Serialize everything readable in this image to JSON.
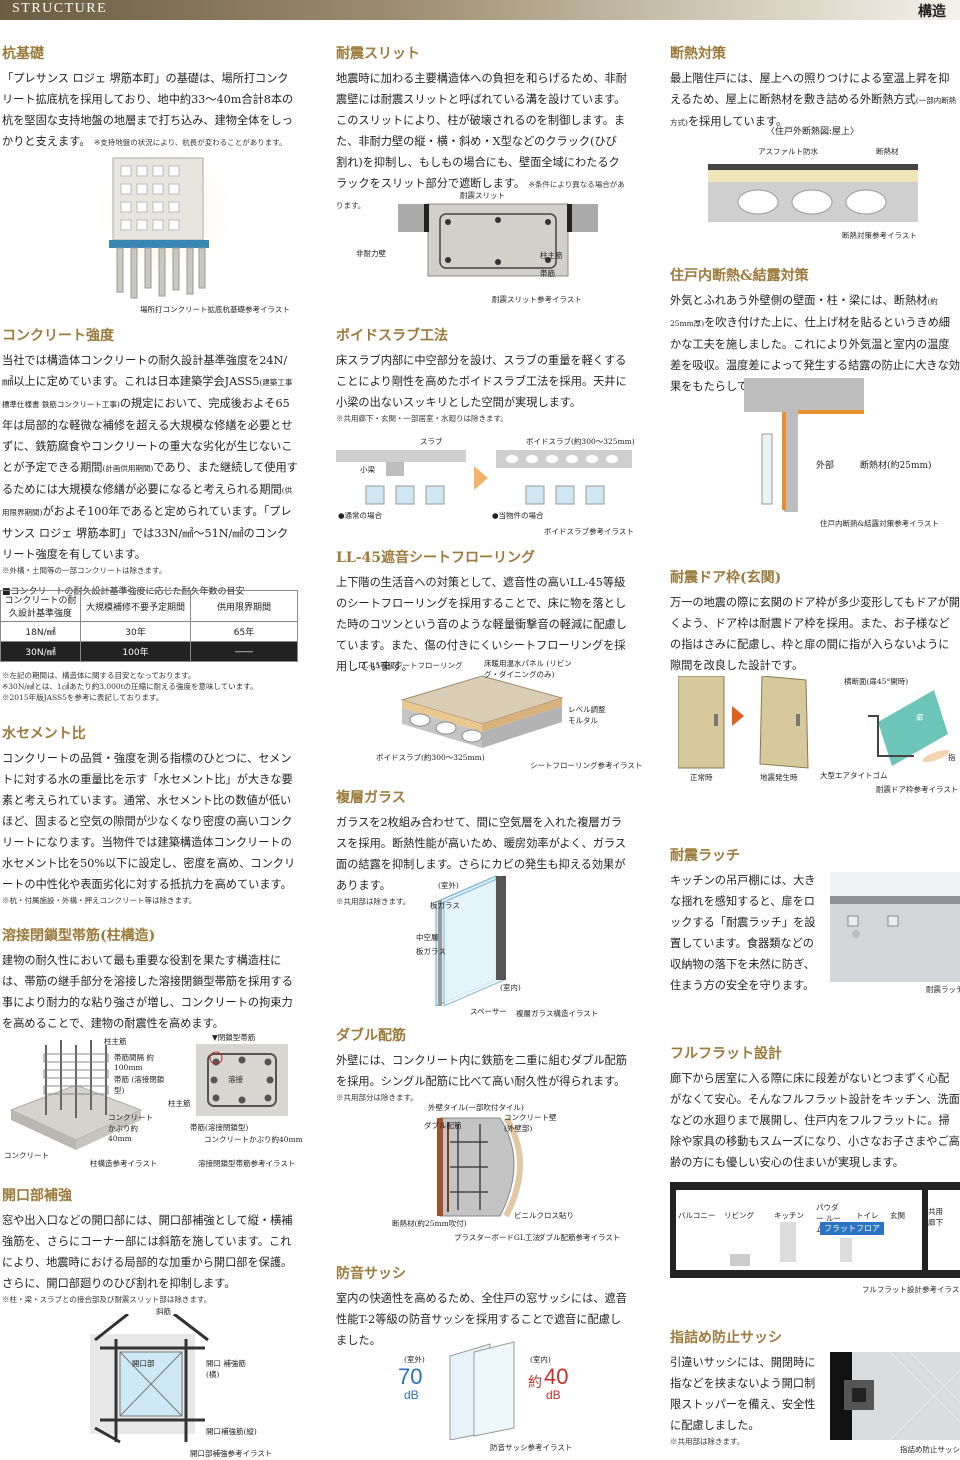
{
  "header": {
    "en": "STRUCTURE",
    "jp": "構造"
  },
  "col1": {
    "pile": {
      "title": "杭基礎",
      "body": "「プレサンス ロジェ 堺筋本町」の基礎は、場所打コンクリート拡底杭を採用しており、地中約33〜40m合計8本の杭を堅固な支持地盤の地層まで打ち込み、建物全体をしっかりと支えます。",
      "note": "※支持地盤の状況により、杭長が変わることがあります。",
      "caption": "場所打コンクリート拡底杭基礎参考イラスト"
    },
    "concrete": {
      "title": "コンクリート強度",
      "body1": "当社では構造体コンクリートの耐久設計基準強度を24N/㎟以上に定めています。これは日本建築学会JASS5",
      "small1": "(建築工事標準仕様書 鉄筋コンクリート工事)",
      "body2": "の規定において、完成後およそ65年は局部的な軽微な補修を超える大規模な修繕を必要とせずに、鉄筋腐食やコンクリートの重大な劣化が生じないことが予定できる期間",
      "small2": "(計画供用期間)",
      "body3": "であり、また継続して使用するためには大規模な修繕が必要になると考えられる期間",
      "small3": "(供用限界期間)",
      "body4": "がおよそ100年であると定められています。「プレサンス ロジェ 堺筋本町」では33N/㎟〜51N/㎟のコンクリート強度を有しています。",
      "note": "※外構・土間等の一部コンクリートは除きます。",
      "table_title": "■コンクリートの耐久設計基準強度に応じた耐久年数の目安",
      "table_head": [
        "コンクリートの耐久設計基準強度",
        "大規模補修不要予定期間",
        "供用限界期間"
      ],
      "rows": [
        [
          "18N/㎟",
          "30年",
          "65年"
        ],
        [
          "30N/㎟",
          "100年",
          "――"
        ]
      ],
      "notes": [
        "※左記の期間は、構造体に関する目安となっております。",
        "※30N/㎟とは、1㎠あたり約3,000tの圧縮に耐える強度を意味しています。",
        "※2015年版JASS5を参考に表記しております。"
      ]
    },
    "wc": {
      "title": "水セメント比",
      "body": "コンクリートの品質・強度を測る指標のひとつに、セメントに対する水の重量比を示す「水セメント比」が大きな要素と考えられています。通常、水セメント比の数値が低いほど、固まると空気の隙間が少なくなり密度の高いコンクリートになります。当物件では建築構造体コンクリートの水セメント比を50%以下に設定し、密度を高め、コンクリートの中性化や表面劣化に対する抵抗力を高めています。",
      "note": "※杭・付属施設・外構・押えコンクリート等は除きます。"
    },
    "hoop": {
      "title": "溶接閉鎖型帯筋(柱構造)",
      "body": "建物の耐久性において最も重要な役割を果たす構造柱には、帯筋の継手部分を溶接した溶接閉鎖型帯筋を採用する事により耐力的な粘り強さが増し、コンクリートの拘束力を高めることで、建物の耐震性を高めます。",
      "labels": {
        "main": "柱主筋",
        "spacing": "帯筋間隔 約100mm",
        "hoop": "帯筋 (溶接閉鎖型)",
        "cover": "コンクリート かぶり約40mm",
        "concrete": "コンクリート",
        "closed": "▼閉鎖型帯筋",
        "weld": "溶接",
        "main2": "柱主筋",
        "hoop2": "帯筋(溶接閉鎖型)",
        "cover2": "コンクリートかぶり約40mm"
      },
      "cap1": "柱構造参考イラスト",
      "cap2": "溶接閉鎖型帯筋参考イラスト"
    },
    "opening": {
      "title": "開口部補強",
      "body": "窓や出入口などの開口部には、開口部補強として縦・横補強筋を、さらにコーナー部には斜筋を施しています。これにより、地震時における局部的な加重から開口部を保護。さらに、開口部廻りのひび割れを抑制します。",
      "note": "※柱・梁・スラブとの接合部及び耐震スリット部は除きます。",
      "labels": {
        "diag": "斜筋",
        "open": "開口部",
        "h": "開口 補強筋(横)",
        "v": "開口補強筋(縦)"
      },
      "caption": "開口部補強参考イラスト"
    }
  },
  "col2": {
    "slit": {
      "title": "耐震スリット",
      "body": "地震時に加わる主要構造体への負担を和らげるため、非耐震壁には耐震スリットと呼ばれている溝を設けています。このスリットにより、柱が破壊されるのを制御します。また、非耐力壁の縦・横・斜め・X型などのクラック(ひび割れ)を抑制し、もしもの場合にも、壁面全域にわたるクラックをスリット部分で遮断します。",
      "note": "※条件により異なる場合があります。",
      "labels": {
        "slit": "耐震スリット",
        "wall": "非耐力壁",
        "main": "柱主筋",
        "hoop": "帯筋"
      },
      "caption": "耐震スリット参考イラスト"
    },
    "void": {
      "title": "ボイドスラブ工法",
      "body": "床スラブ内部に中空部分を設け、スラブの重量を軽くすることにより剛性を高めたボイドスラブ工法を採用。天井に小梁の出ないスッキリとした空間が実現します。",
      "note": "※共用廊下・玄関・一部居室・水廻りは除きます。",
      "labels": {
        "slab": "スラブ",
        "beam": "小梁",
        "void": "ボイドスラブ(約300〜325mm)",
        "normal": "●通常の場合",
        "this": "●当物件の場合"
      },
      "caption": "ボイドスラブ参考イラスト"
    },
    "ll45": {
      "title": "LL-45遮音シートフローリング",
      "body": "上下階の生活音への対策として、遮音性の高いLL-45等級のシートフローリングを採用することで、床に物を落とした時のコツンという音のような軽量衝撃音の軽減に配慮しています。また、傷の付きにくいシートフローリングを採用しています。",
      "labels": {
        "floor": "LL-45等級シートフローリング",
        "heat": "床暖用温水パネル (リビング・ダイニングのみ)",
        "level": "レベル調整 モルタル",
        "void": "ボイドスラブ(約300〜325mm)"
      },
      "caption": "シートフローリング参考イラスト"
    },
    "glass": {
      "title": "複層ガラス",
      "body": "ガラスを2枚組み合わせて、間に空気層を入れた複層ガラスを採用。断熱性能が高いため、暖房効率がよく、ガラス面の結露を抑制します。さらにカビの発生も抑える効果があります。",
      "note": "※共用部は除きます。",
      "labels": {
        "out": "(室外)",
        "g1": "板ガラス",
        "air": "中空層",
        "g2": "板ガラス",
        "in": "(室内)",
        "spacer": "スペーサー"
      },
      "caption": "複層ガラス構造イラスト"
    },
    "double": {
      "title": "ダブル配筋",
      "body": "外壁には、コンクリート内に鉄筋を二重に組むダブル配筋を採用。シングル配筋に比べて高い耐久性が得られます。",
      "note": "※共用部分は除きます。",
      "labels": {
        "tile": "外壁タイル(一部吹付タイル)",
        "bar": "ダブル配筋",
        "wall": "コンクリート壁 (外壁部)",
        "cross": "ビニルクロス貼り",
        "ins": "断熱材(約25mm吹付)",
        "board": "プラスターボードGL工法"
      },
      "caption": "ダブル配筋参考イラスト"
    },
    "sash": {
      "title": "防音サッシ",
      "body": "室内の快適性を高めるため、全住戸の窓サッシには、遮音性能T-2等級の防音サッシを採用することで遮音に配慮しました。",
      "out": "(室外)",
      "in": "(室内)",
      "v_out": "70",
      "v_in_pre": "約",
      "v_in": "40",
      "unit": "dB",
      "caption": "防音サッシ参考イラスト"
    }
  },
  "col3": {
    "ins": {
      "title": "断熱対策",
      "body": "最上階住戸には、屋上への照りつけによる室温上昇を抑えるため、屋上に断熱材を敷き詰める外断熱方式",
      "small": "(一部内断熱方式)",
      "body2": "を採用しています。",
      "fig_title": "〈住戸外断熱図:屋上〉",
      "labels": {
        "asp": "アスファルト防水",
        "ins": "断熱材"
      },
      "caption": "断熱対策参考イラスト"
    },
    "dew": {
      "title": "住戸内断熱&結露対策",
      "body": "外気とふれあう外壁側の壁面・柱・梁には、断熱材",
      "small": "(約25mm厚)",
      "body2": "を吹き付けた上に、仕上げ材を貼るというきめ細かな工夫を施しました。これにより外気温と室内の温度差を吸収。温度差によって発生する結露の防止に大きな効果をもたらしています。",
      "labels": {
        "out": "外部",
        "ins": "断熱材(約25mm)"
      },
      "caption": "住戸内断熱&結露対策参考イラスト"
    },
    "door": {
      "title": "耐震ドア枠(玄関)",
      "body": "万一の地震の際に玄関のドア枠が多少変形してもドアが開くよう、ドア枠は耐震ドア枠を採用。また、お子様などの指はさみに配慮し、枠と扉の間に指が入らないように隙間を改良した設計です。",
      "labels": {
        "normal": "正常時",
        "quake": "地震発生時",
        "section": "横断面(扉45°開時)",
        "door": "扉",
        "finger": "指",
        "rubber": "大型エアタイトゴム"
      },
      "caption": "耐震ドア枠参考イラスト"
    },
    "latch": {
      "title": "耐震ラッチ",
      "body": "キッチンの吊戸棚には、大きな揺れを感知すると、扉をロックする「耐震ラッチ」を設置しています。食器類などの収納物の落下を未然に防ぎ、住まう方の安全を守ります。",
      "caption": "耐震ラッチ"
    },
    "flat": {
      "title": "フルフラット設計",
      "body": "廊下から居室に入る際に床に段差がないとつまずく心配がなくて安心。そんなフルフラット設計をキッチン、洗面などの水廻りまで展開し、住戸内をフルフラットに。掃除や家具の移動もスムーズになり、小さなお子さまやご高齢の方にも優しい安心の住まいが実現します。",
      "rooms": [
        "バルコニー",
        "リビング",
        "キッチン",
        "パウダー ルーム",
        "トイレ",
        "玄関",
        "共用 廊下"
      ],
      "tag": "フラットフロア",
      "caption": "フルフラット設計参考イラスト"
    },
    "finger": {
      "title": "指詰め防止サッシ",
      "body": "引違いサッシには、開閉時に指などを挟まないよう開口制限ストッパーを備え、安全性に配慮しました。",
      "note": "※共用部は除きます。",
      "caption": "指詰め防止サッシ"
    }
  },
  "colors": {
    "title": "#9c7a3b",
    "blue": "#2a74c2",
    "red": "#c0302c"
  }
}
